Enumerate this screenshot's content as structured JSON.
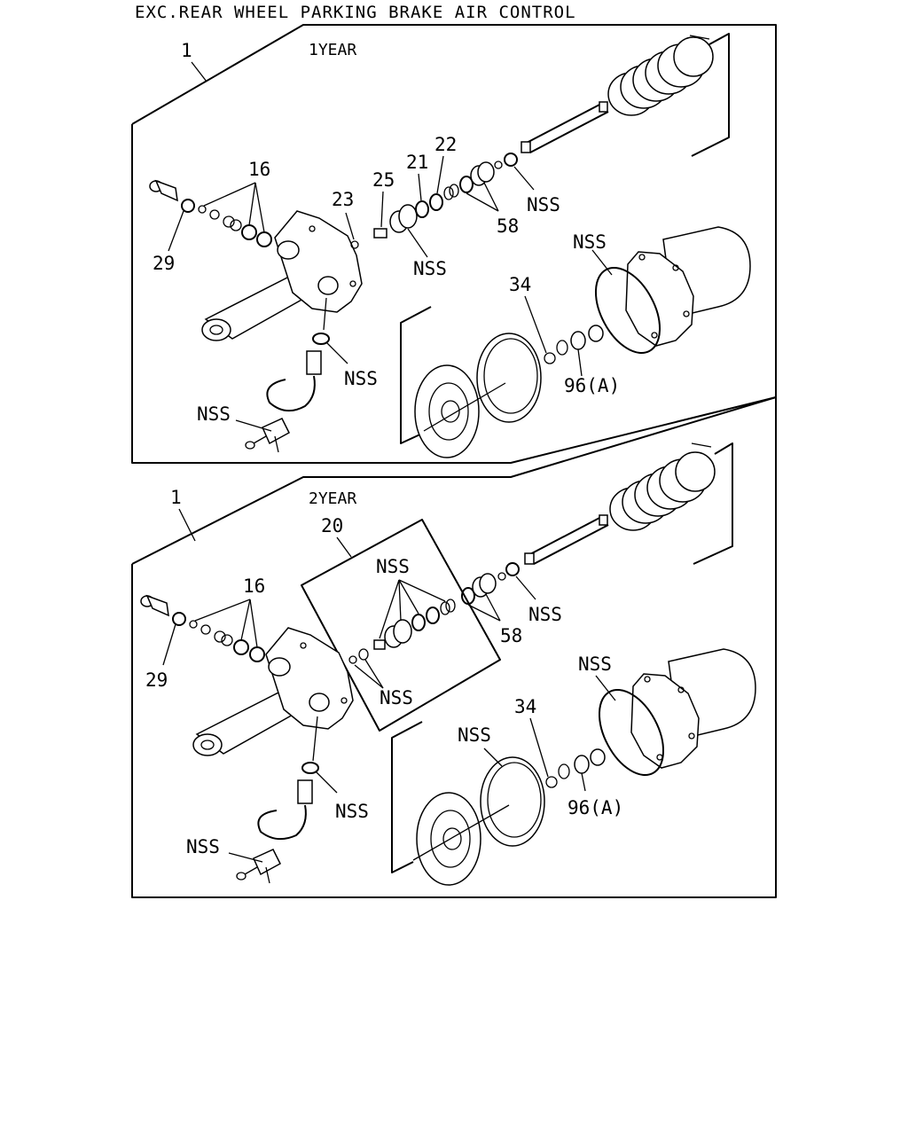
{
  "title": "EXC.REAR WHEEL PARKING BRAKE AIR CONTROL",
  "panels": [
    {
      "section_label": "1YEAR",
      "callouts": {
        "assembly": "1",
        "c16": "16",
        "c29": "29",
        "c23": "23",
        "c25": "25",
        "c21": "21",
        "c22": "22",
        "c58": "58",
        "nss_clip": "NSS",
        "nss_piston": "NSS",
        "nss_oring": "NSS",
        "c34": "34",
        "c96": "96(A)",
        "nss_washer": "NSS",
        "nss_fitting": "NSS"
      }
    },
    {
      "section_label": "2YEAR",
      "callouts": {
        "assembly": "1",
        "c20": "20",
        "c16": "16",
        "c29": "29",
        "nss_kit_top": "NSS",
        "nss_kit_bottom": "NSS",
        "c58": "58",
        "nss_clip": "NSS",
        "nss_oring": "NSS",
        "c34": "34",
        "nss_ring": "NSS",
        "c96": "96(A)",
        "nss_washer": "NSS",
        "nss_fitting": "NSS"
      }
    }
  ]
}
